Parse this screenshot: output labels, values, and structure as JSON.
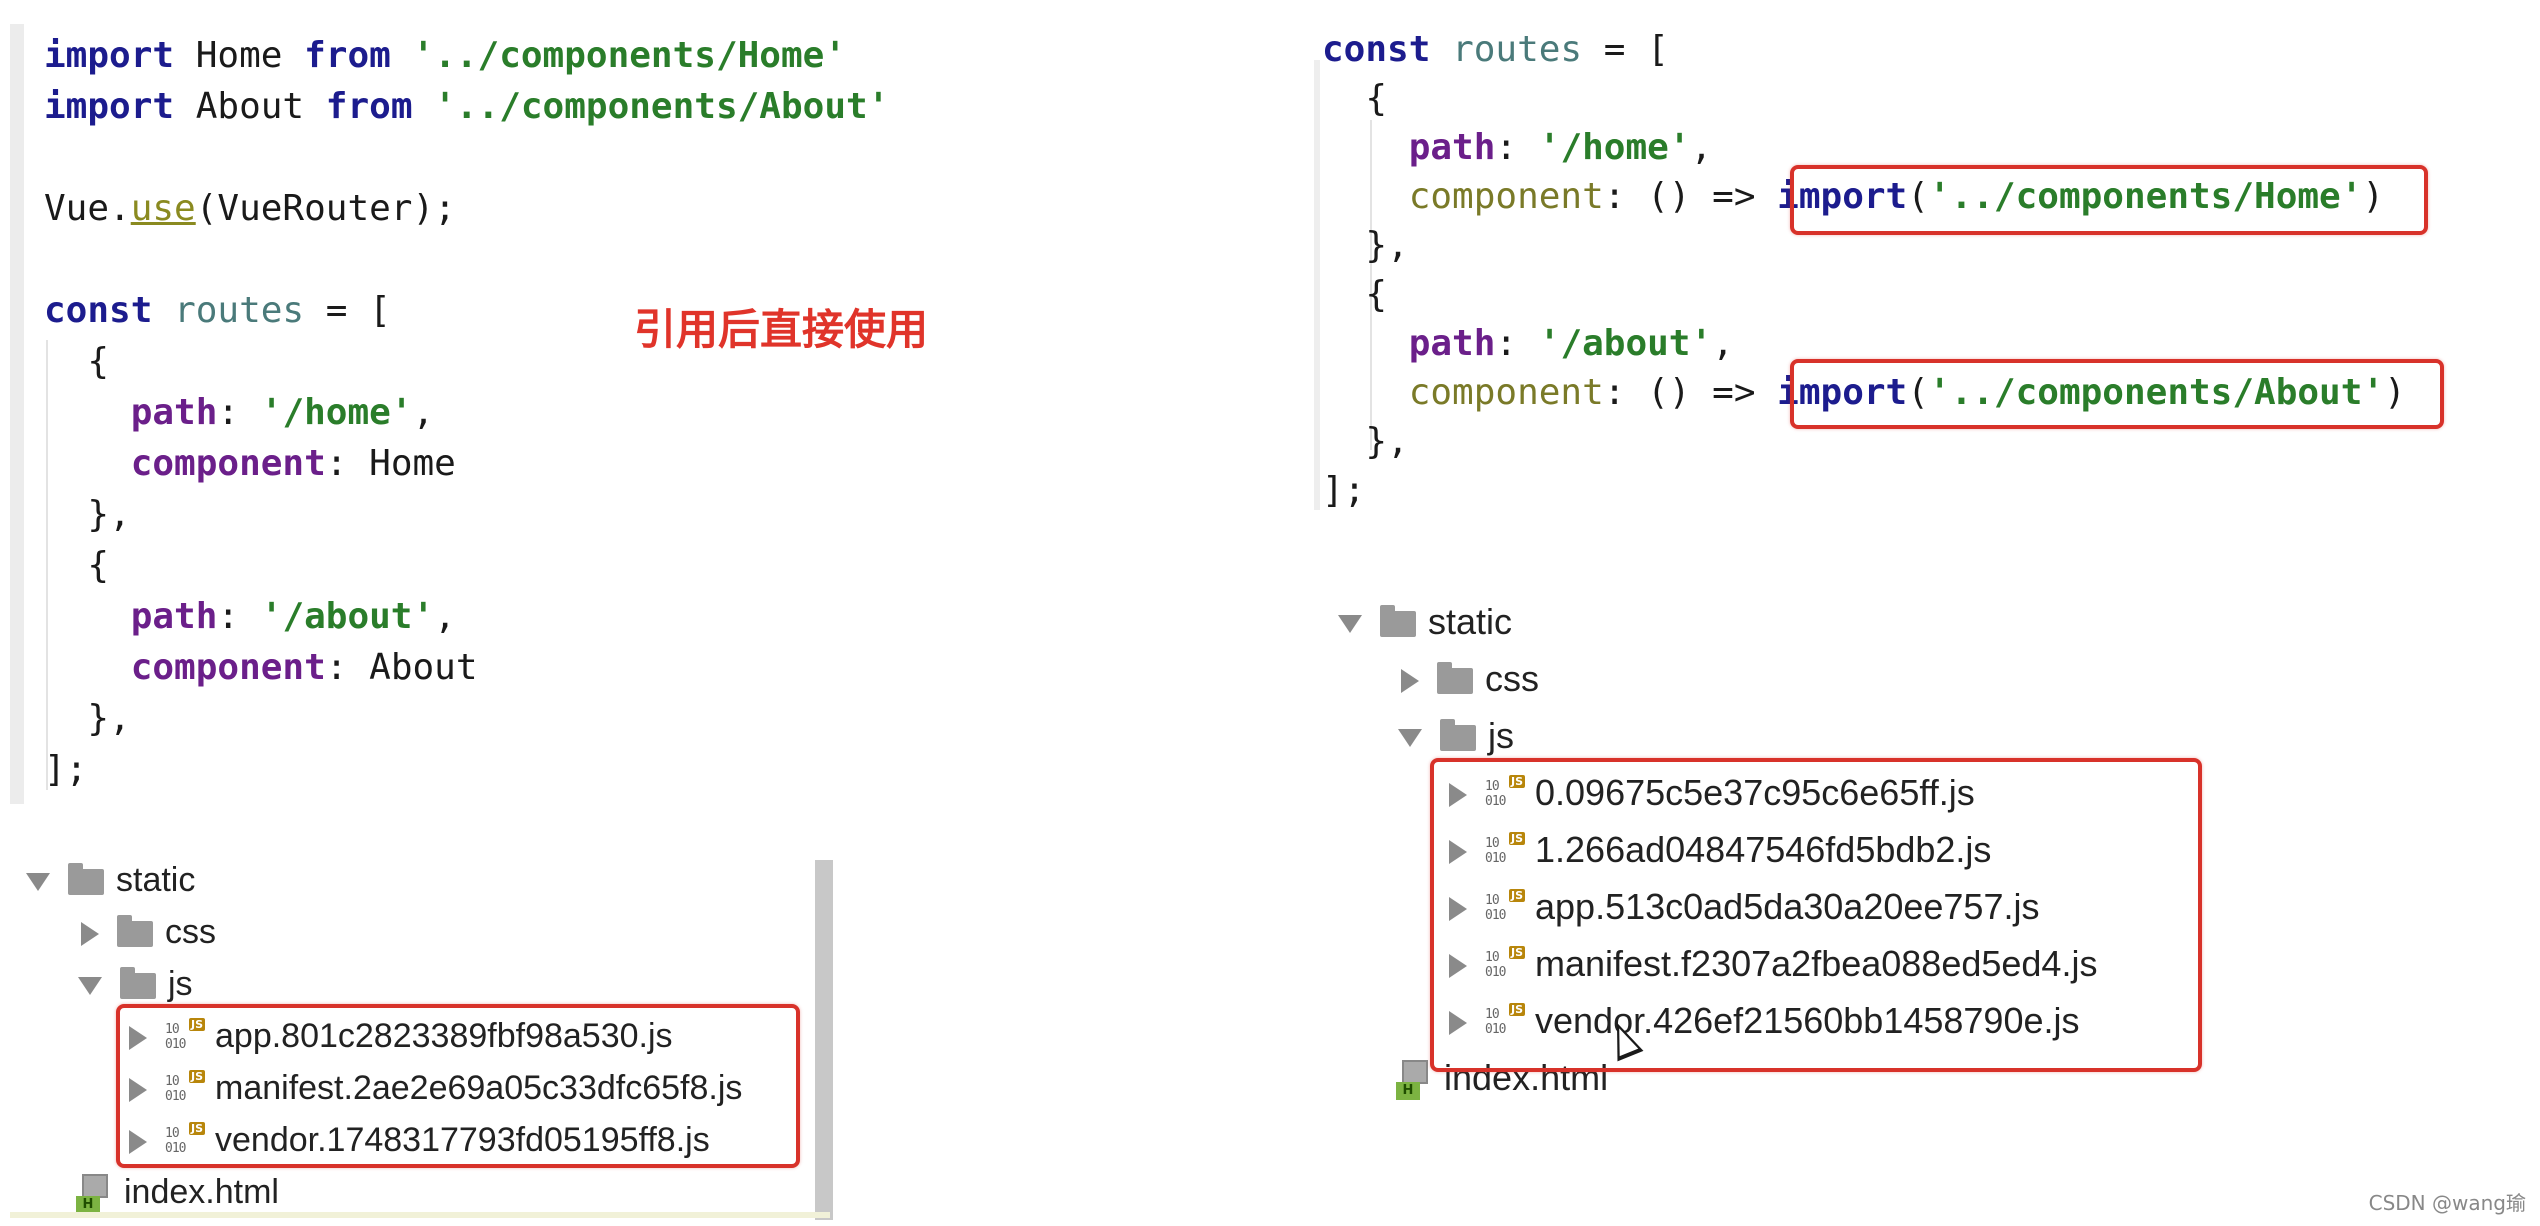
{
  "left_code": {
    "import_kw": "import",
    "from_kw": "from",
    "home_ident": "Home",
    "about_ident": "About",
    "home_path_str": "'../components/Home'",
    "about_path_str": "'../components/About'",
    "vue_obj": "Vue.",
    "use_fn": "use",
    "vuerouter_arg": "(VueRouter);",
    "const_kw": "const",
    "routes_ident": "routes",
    "assign_open": " = [",
    "open_brace": "{",
    "close_brace_comma": "},",
    "close_bracket": "];",
    "path_key": "path",
    "component_key": "component",
    "home_route_str": "'/home'",
    "about_route_str": "'/about'",
    "home_component": "Home",
    "about_component": "About"
  },
  "annotation": "引用后直接使用",
  "right_code": {
    "const_kw": "const",
    "routes_ident": "routes",
    "assign_open": " = [",
    "open_brace": "{",
    "close_brace_comma": "},",
    "close_bracket": "];",
    "path_key": "path",
    "component_key": "component",
    "home_route_str": "'/home'",
    "about_route_str": "'/about'",
    "arrow": ": () => ",
    "import_kw": "import",
    "home_import_str": "'../components/Home'",
    "about_import_str": "'../components/About'"
  },
  "left_tree": {
    "static_label": "static",
    "css_label": "css",
    "js_label": "js",
    "files": [
      "app.801c2823389fbf98a530.js",
      "manifest.2ae2e69a05c33dfc65f8.js",
      "vendor.1748317793fd05195ff8.js"
    ],
    "index_label": "index.html"
  },
  "right_tree": {
    "static_label": "static",
    "css_label": "css",
    "js_label": "js",
    "files": [
      "0.09675c5e37c95c6e65ff.js",
      "1.266ad04847546fd5bdb2.js",
      "app.513c0ad5da30a20ee757.js",
      "manifest.f2307a2fbea088ed5ed4.js",
      "vendor.426ef21560bb1458790e.js"
    ],
    "index_label": "index.html"
  },
  "icons": {
    "folder": "folder-icon",
    "js_file": "js-file-icon",
    "html_file": "html-file-icon",
    "js_badge": "JS",
    "js_bits_top": "10",
    "js_bits_bottom": "010",
    "html_badge": "H"
  },
  "colors": {
    "highlight": "#d8322a",
    "annotation": "#e0342a",
    "keyword": "#1c1c8e",
    "string": "#2a7d2a",
    "property": "#6b1f8a"
  },
  "watermark": "CSDN @wang瑜"
}
